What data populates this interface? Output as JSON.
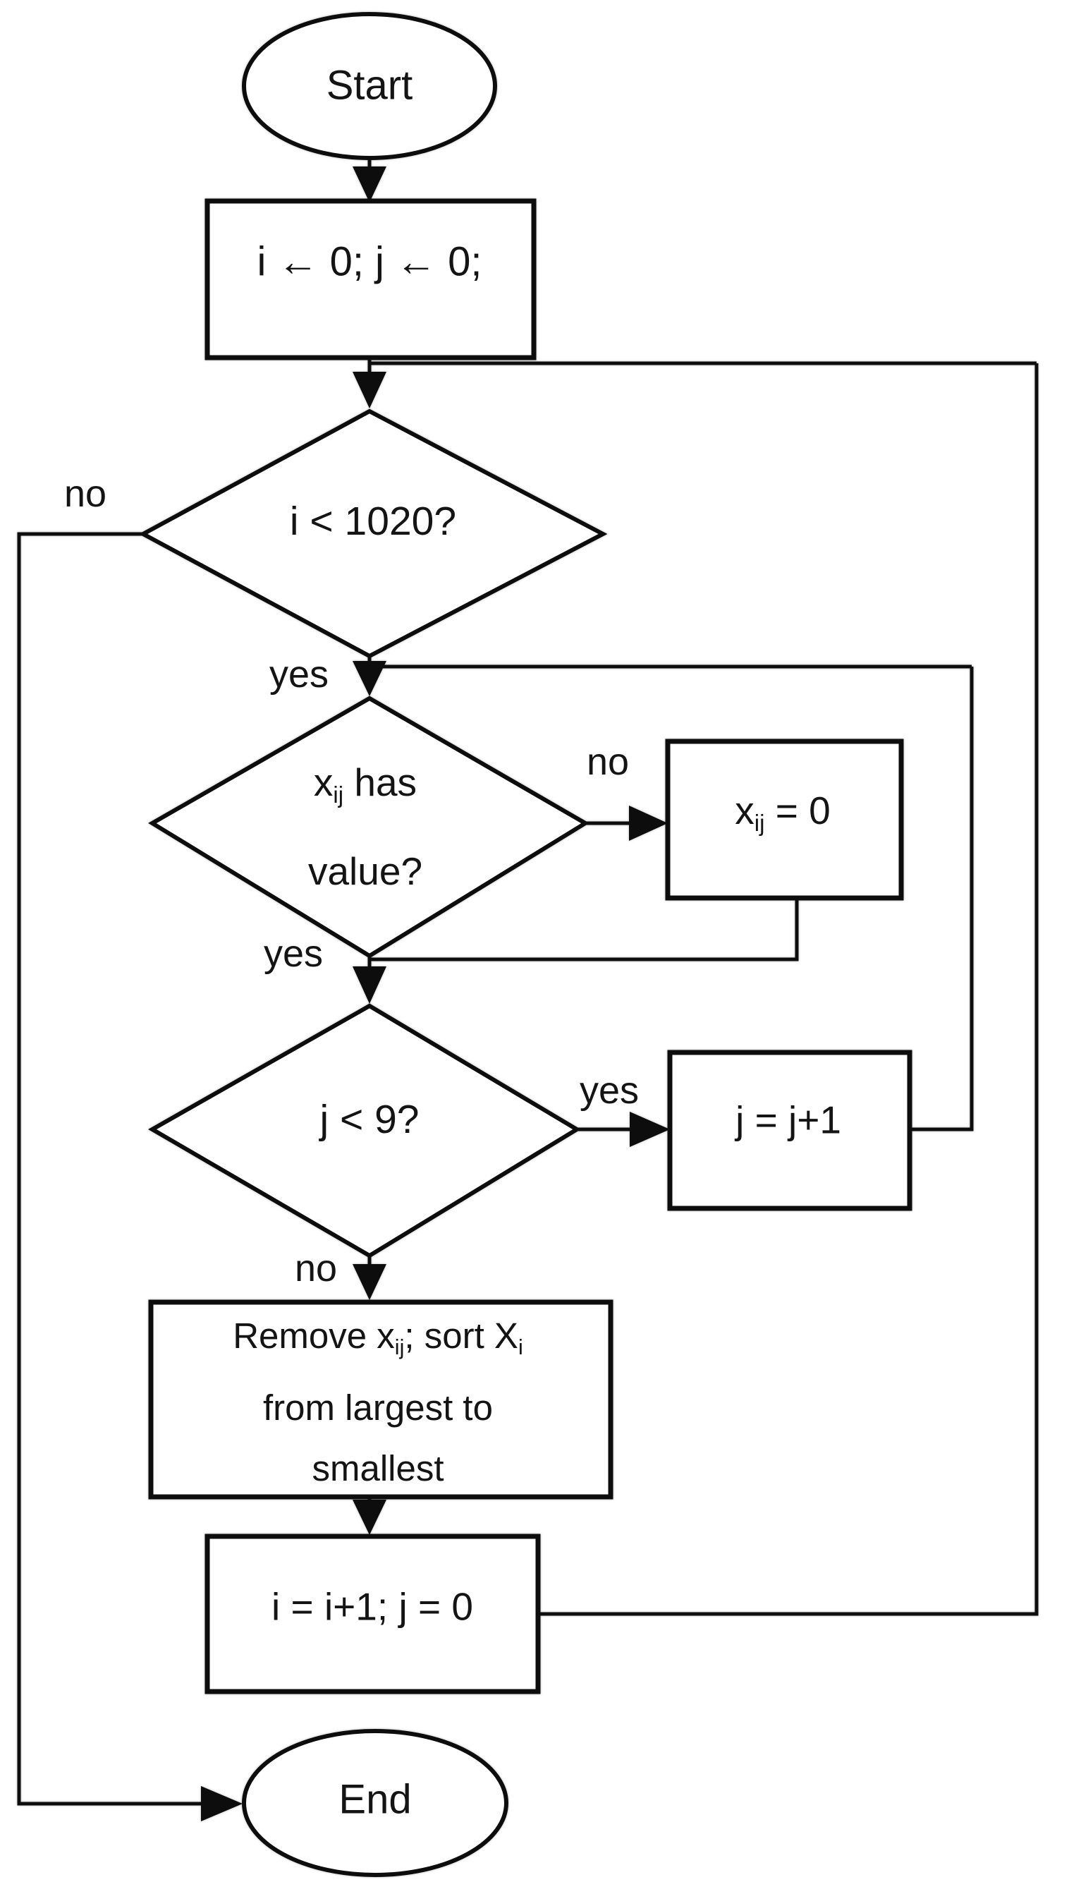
{
  "flowchart": {
    "colors": {
      "stroke": "#0d0d0d",
      "background": "#ffffff",
      "text": "#141414"
    },
    "nodes": {
      "start": {
        "type": "terminator",
        "label": "Start"
      },
      "init": {
        "type": "process",
        "label": "i ← 0; j ← 0;"
      },
      "cond_i": {
        "type": "decision",
        "label": "i < 1020?"
      },
      "cond_x": {
        "type": "decision",
        "l1a": "x",
        "l1sub": "ij",
        "l1b": " has",
        "l2": "value?"
      },
      "set_zero": {
        "type": "process",
        "pre": "x",
        "sub": "ij",
        "post": " = 0"
      },
      "cond_j": {
        "type": "decision",
        "label": "j < 9?"
      },
      "inc_j": {
        "type": "process",
        "label": "j = j+1"
      },
      "remove": {
        "type": "process",
        "l1a": "Remove x",
        "l1sub": "ij",
        "l1b": "; sort X",
        "l1sub2": "i",
        "l2": "from largest to",
        "l3": "smallest"
      },
      "inc_i": {
        "type": "process",
        "label": "i = i+1; j = 0"
      },
      "end": {
        "type": "terminator",
        "label": "End"
      }
    },
    "edge_labels": {
      "no_i": "no",
      "yes_i": "yes",
      "no_x": "no",
      "yes_x": "yes",
      "yes_j": "yes",
      "no_j": "no"
    }
  }
}
